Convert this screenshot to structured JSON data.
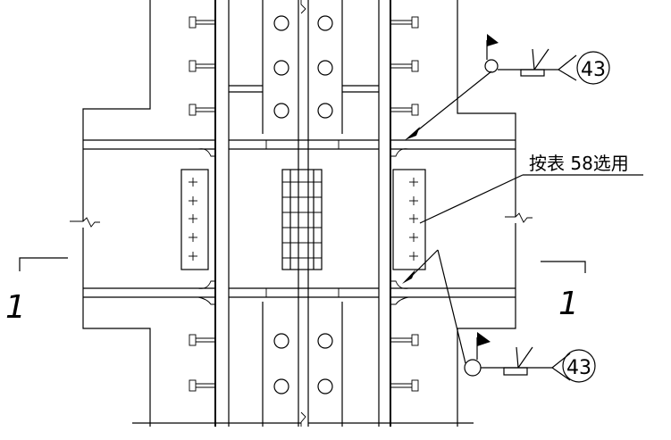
{
  "annotations": {
    "weld_ref_top": "43",
    "weld_ref_bottom": "43",
    "note_text": "按表 58选用",
    "section_left": "1",
    "section_right": "1"
  },
  "watermark": "",
  "colors": {
    "line": "#000000",
    "background": "#ffffff"
  }
}
